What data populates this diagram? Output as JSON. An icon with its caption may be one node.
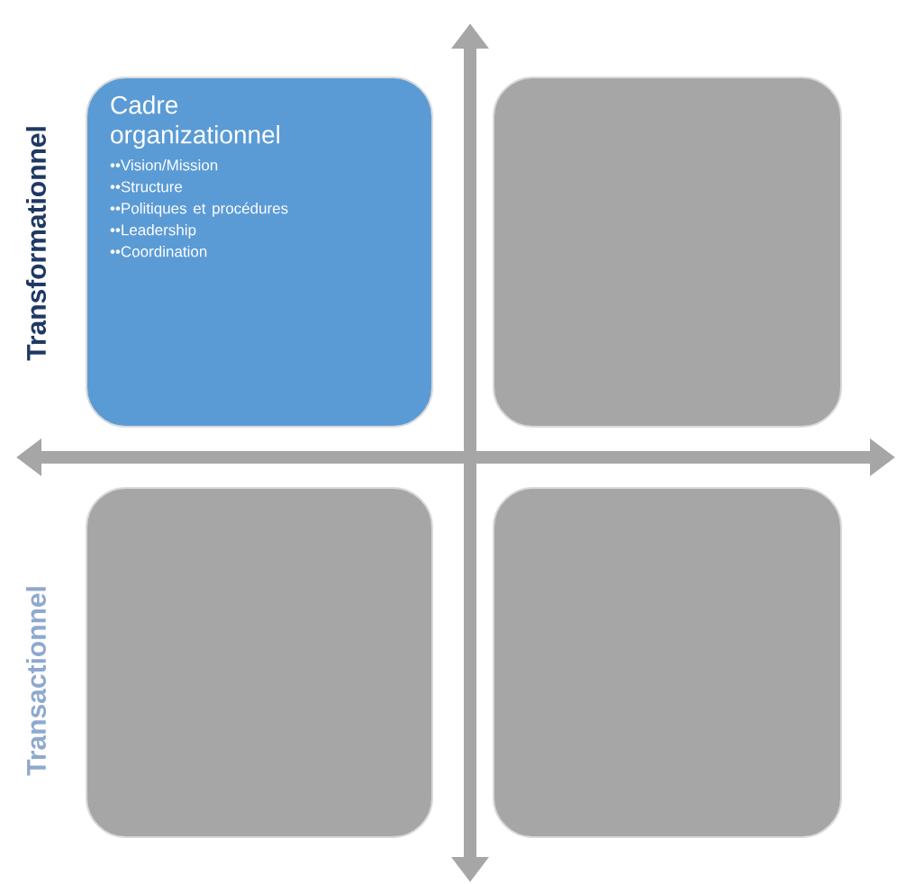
{
  "diagram": {
    "nodes": [
      {
        "text": [
          "Cadre organizationnel",
          "••Vision/Mission",
          "••Structure",
          "••Politiques et procédures",
          "••Leadership",
          "••Coordination"
        ]
      },
      {
        "text": [],
        "shape": "box"
      },
      {
        "text": [],
        "shape": "box"
      },
      {
        "text": [],
        "shape": "box"
      }
    ],
    "labels": [
      "Transformationnel",
      "Transactionnel"
    ]
  }
}
